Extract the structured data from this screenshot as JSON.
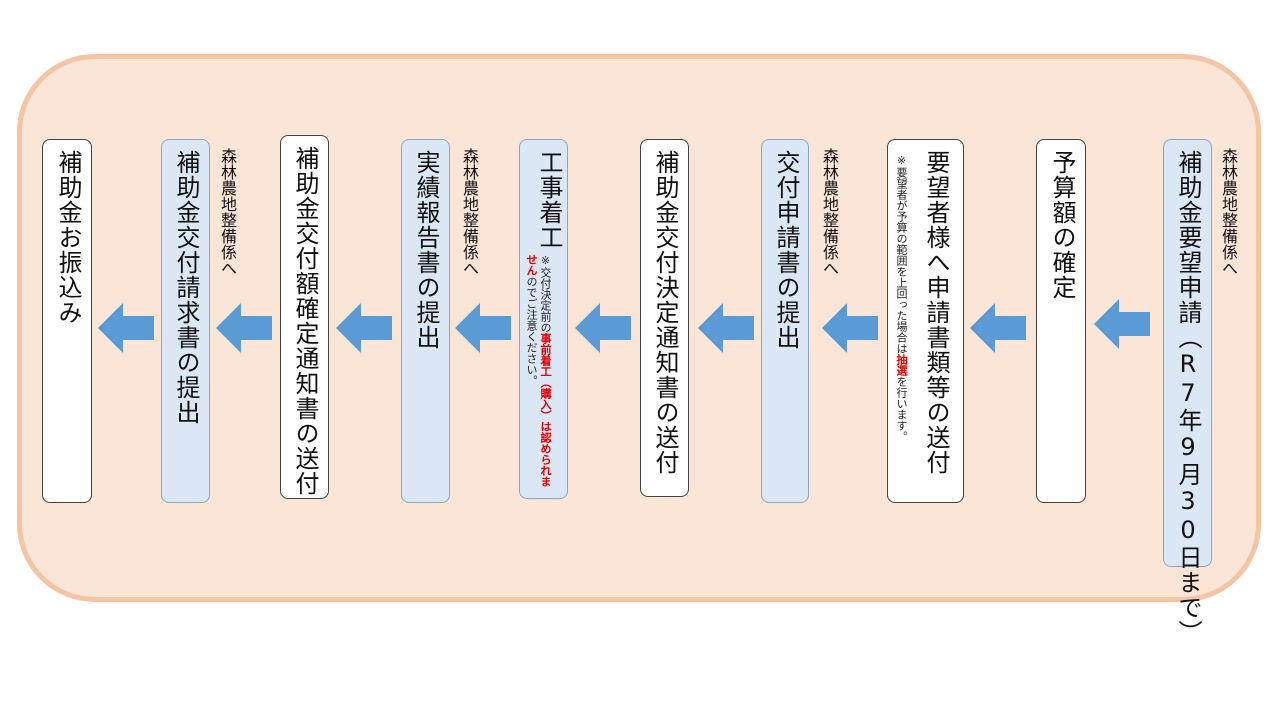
{
  "steps": [
    {
      "title": "補助金要望申請（R7年9月30日まで）",
      "dest": "森林農地整備係へ"
    },
    {
      "title": "予算額の確定"
    },
    {
      "title": "要望者様へ申請書類等の送付",
      "note_pre": "※要望者が予算の範囲を上回った場合は",
      "note_red": "抽選",
      "note_post": "を行います。"
    },
    {
      "title": "交付申請書の提出",
      "dest": "森林農地整備係へ"
    },
    {
      "title": "補助金交付決定通知書の送付"
    },
    {
      "title": "工事着工",
      "note_pre": "※交付決定前の",
      "note_red": "事前着工（購入）は認められません",
      "note_post": "のでご注意ください。"
    },
    {
      "title": "実績報告書の提出",
      "dest": "森林農地整備係へ"
    },
    {
      "title": "補助金交付額確定通知書の送付"
    },
    {
      "title": "補助金交付請求書の提出",
      "dest": "森林農地整備係へ"
    },
    {
      "title": "補助金お振込み"
    }
  ],
  "colors": {
    "panel": "#fbe5d6",
    "panel_border": "#f4c4a4",
    "box_blue": "#dce7f5",
    "arrow": "#5b9bd5",
    "note_red": "#e00000"
  }
}
